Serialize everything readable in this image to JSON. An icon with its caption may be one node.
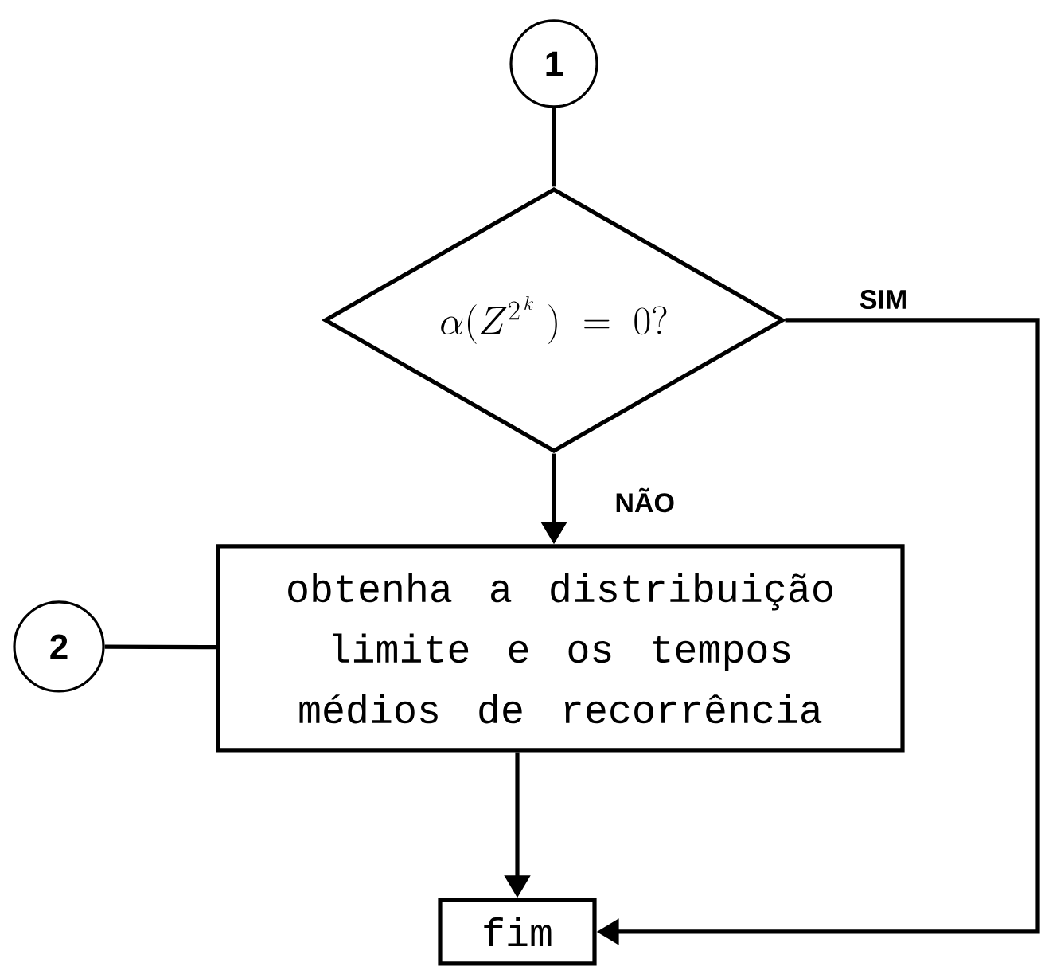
{
  "diagram": {
    "nodes": [
      {
        "text": [
          "1"
        ]
      },
      {
        "text": [
          "\\alpha(Z^{2^{\\,k}}\\;) \\;=\\; 0?"
        ]
      },
      {
        "text": [
          "2"
        ]
      },
      {
        "text": [
          "obtenha a distribuição limite e os tempos médios de recorrência"
        ]
      },
      {
        "text": [
          "fim"
        ]
      }
    ],
    "edges": [
      {
        "from": 0,
        "to": 1,
        "arrow": "none"
      },
      {
        "from": 1,
        "to": 3,
        "arrow": "to",
        "label": "NÃO"
      },
      {
        "from": 2,
        "to": 3,
        "arrow": "none"
      },
      {
        "from": 3,
        "to": 4,
        "arrow": "to"
      },
      {
        "from": 1,
        "to": 4,
        "arrow": "to",
        "label": "SIM"
      }
    ]
  }
}
